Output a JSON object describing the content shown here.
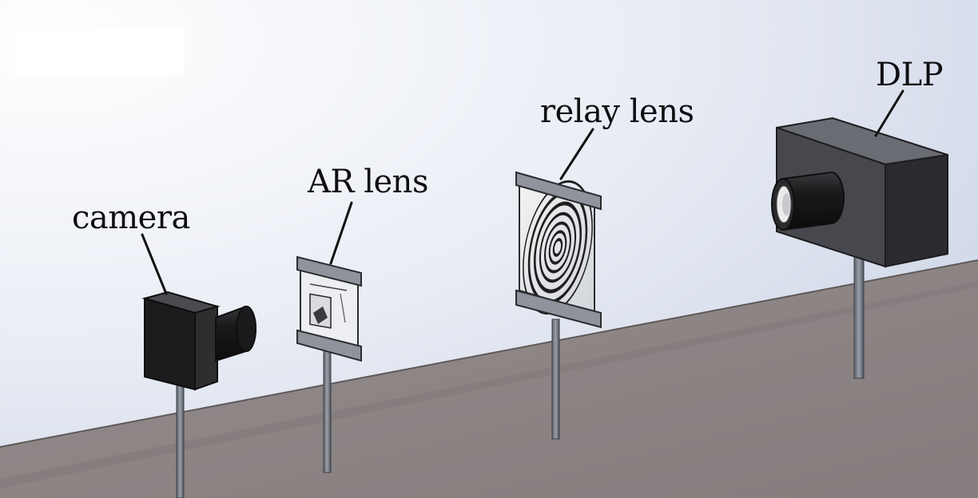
{
  "diagram": {
    "labels": {
      "camera": "camera",
      "ar_lens": "AR lens",
      "relay_lens": "relay lens",
      "dlp": "DLP"
    },
    "colors": {
      "background_light": "#f4f6fa",
      "background_dark": "#cfd7e8",
      "table_top": "#8f8787",
      "table_edge": "#6c6565",
      "device_dark": "#1c1c1e",
      "device_mid": "#3a3a3e",
      "frame_gray": "#8a8d96",
      "post": "#7d828c",
      "leader_line": "#111111"
    }
  }
}
